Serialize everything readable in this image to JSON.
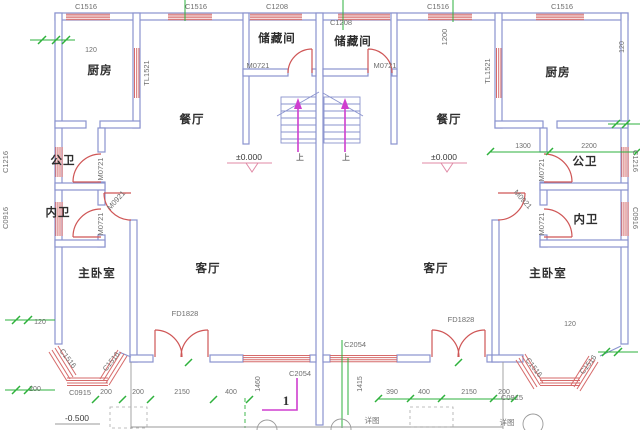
{
  "title": "residential floor plan (duplex, ground floor)",
  "colors": {
    "wall": "#8a93ce",
    "window_red": "#d66a6a",
    "door_red": "#cf5656",
    "axis_green": "#2eb13c",
    "stair_arrow_magenta": "#cf3ecf",
    "elevation_pink": "#e08aa6",
    "text_dark": "#2e2e2e",
    "text_gray": "#6e6e6e"
  },
  "t": {
    "kitchen": "厨房",
    "dining": "餐厅",
    "storage": "储藏间",
    "pbath": "公卫",
    "ibath": "内卫",
    "bedroom": "主卧室",
    "living": "客厅",
    "up": "上",
    "c1516": "C1516",
    "c1208": "C1208",
    "tl1521": "TL1521",
    "c1216": "C1216",
    "c0916": "C0916",
    "c2054": "C2054",
    "c0915": "C0915",
    "fd1828": "FD1828",
    "m0721": "M0721",
    "m0921": "M0921",
    "w1200": "1200",
    "zero": "±0.000",
    "minus": "-0.500",
    "d120": "120",
    "d200": "200",
    "d2150": "2150",
    "d400": "400",
    "d390": "390",
    "d1460": "1460",
    "d1415": "1415",
    "d1300": "1300",
    "d2200": "2200",
    "sec1": "1",
    "detail": "详图"
  }
}
